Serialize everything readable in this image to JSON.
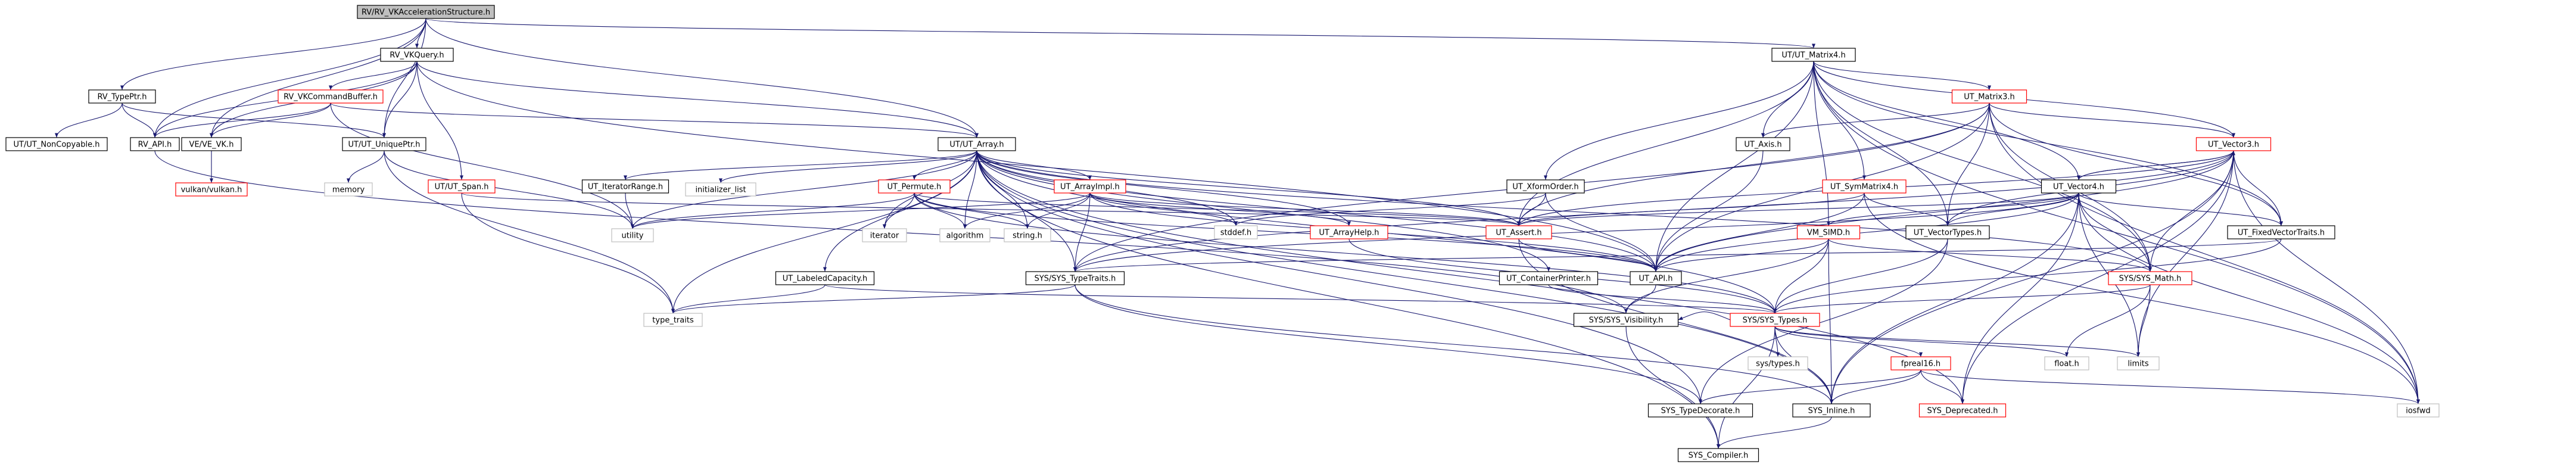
{
  "graph": {
    "type": "include-dependency-graph",
    "root": "RV/RV_VKAccelerationStructure.h",
    "nodes": [
      {
        "id": "root",
        "label": "RV/RV_VKAccelerationStructure.h",
        "style": "root"
      },
      {
        "id": "rv_typeptr",
        "label": "RV_TypePtr.h",
        "style": "normal"
      },
      {
        "id": "rv_vkquery",
        "label": "RV_VKQuery.h",
        "style": "normal"
      },
      {
        "id": "ut_array",
        "label": "UT/UT_Array.h",
        "style": "normal"
      },
      {
        "id": "ut_matrix4",
        "label": "UT/UT_Matrix4.h",
        "style": "normal"
      },
      {
        "id": "ut_noncopyable",
        "label": "UT/UT_NonCopyable.h",
        "style": "normal"
      },
      {
        "id": "rv_api",
        "label": "RV_API.h",
        "style": "normal"
      },
      {
        "id": "rv_vkcmdbuf",
        "label": "RV_VKCommandBuffer.h",
        "style": "red"
      },
      {
        "id": "ve_vk",
        "label": "VE/VE_VK.h",
        "style": "normal"
      },
      {
        "id": "ut_uniqueptr",
        "label": "UT/UT_UniquePtr.h",
        "style": "normal"
      },
      {
        "id": "vulkan",
        "label": "vulkan/vulkan.h",
        "style": "red"
      },
      {
        "id": "memory",
        "label": "memory",
        "style": "gray"
      },
      {
        "id": "ut_span",
        "label": "UT/UT_Span.h",
        "style": "red"
      },
      {
        "id": "ut_iterrange",
        "label": "UT_IteratorRange.h",
        "style": "normal"
      },
      {
        "id": "init_list",
        "label": "initializer_list",
        "style": "gray"
      },
      {
        "id": "ut_permute",
        "label": "UT_Permute.h",
        "style": "red"
      },
      {
        "id": "ut_arrayimpl",
        "label": "UT_ArrayImpl.h",
        "style": "red"
      },
      {
        "id": "ut_arrayhelp",
        "label": "UT_ArrayHelp.h",
        "style": "red"
      },
      {
        "id": "ut_assert",
        "label": "UT_Assert.h",
        "style": "red"
      },
      {
        "id": "ut_labeled",
        "label": "UT_LabeledCapacity.h",
        "style": "normal"
      },
      {
        "id": "utility",
        "label": "utility",
        "style": "gray"
      },
      {
        "id": "iterator",
        "label": "iterator",
        "style": "gray"
      },
      {
        "id": "algorithm",
        "label": "algorithm",
        "style": "gray"
      },
      {
        "id": "string_h",
        "label": "string.h",
        "style": "gray"
      },
      {
        "id": "stddef",
        "label": "stddef.h",
        "style": "gray"
      },
      {
        "id": "type_traits",
        "label": "type_traits",
        "style": "gray"
      },
      {
        "id": "sys_typetraits",
        "label": "SYS/SYS_TypeTraits.h",
        "style": "normal"
      },
      {
        "id": "ut_api",
        "label": "UT_API.h",
        "style": "normal"
      },
      {
        "id": "ut_containerprinter",
        "label": "UT_ContainerPrinter.h",
        "style": "normal"
      },
      {
        "id": "ut_xformorder",
        "label": "UT_XformOrder.h",
        "style": "normal"
      },
      {
        "id": "ut_matrix3",
        "label": "UT_Matrix3.h",
        "style": "red"
      },
      {
        "id": "ut_axis",
        "label": "UT_Axis.h",
        "style": "normal"
      },
      {
        "id": "ut_symmatrix4",
        "label": "UT_SymMatrix4.h",
        "style": "red"
      },
      {
        "id": "vm_simd",
        "label": "VM_SIMD.h",
        "style": "red"
      },
      {
        "id": "ut_vectortypes",
        "label": "UT_VectorTypes.h",
        "style": "normal"
      },
      {
        "id": "ut_vector3",
        "label": "UT_Vector3.h",
        "style": "red"
      },
      {
        "id": "ut_vector4",
        "label": "UT_Vector4.h",
        "style": "normal"
      },
      {
        "id": "ut_fixedvec",
        "label": "UT_FixedVectorTraits.h",
        "style": "normal"
      },
      {
        "id": "sys_math",
        "label": "SYS/SYS_Math.h",
        "style": "red"
      },
      {
        "id": "sys_visibility",
        "label": "SYS/SYS_Visibility.h",
        "style": "normal"
      },
      {
        "id": "sys_types",
        "label": "SYS/SYS_Types.h",
        "style": "red"
      },
      {
        "id": "sys_types_h",
        "label": "sys/types.h",
        "style": "gray"
      },
      {
        "id": "fpreal16",
        "label": "fpreal16.h",
        "style": "red"
      },
      {
        "id": "float_h",
        "label": "float.h",
        "style": "gray"
      },
      {
        "id": "limits",
        "label": "limits",
        "style": "gray"
      },
      {
        "id": "sys_typedecorate",
        "label": "SYS_TypeDecorate.h",
        "style": "normal"
      },
      {
        "id": "sys_inline",
        "label": "SYS_Inline.h",
        "style": "normal"
      },
      {
        "id": "sys_deprecated",
        "label": "SYS_Deprecated.h",
        "style": "red"
      },
      {
        "id": "iosfwd",
        "label": "iosfwd",
        "style": "gray"
      },
      {
        "id": "sys_compiler",
        "label": "SYS_Compiler.h",
        "style": "normal"
      }
    ],
    "edges": [
      [
        "root",
        "rv_typeptr"
      ],
      [
        "root",
        "rv_vkquery"
      ],
      [
        "root",
        "ut_array"
      ],
      [
        "root",
        "ut_matrix4"
      ],
      [
        "root",
        "rv_api"
      ],
      [
        "root",
        "ve_vk"
      ],
      [
        "root",
        "ut_uniqueptr"
      ],
      [
        "rv_typeptr",
        "ut_noncopyable"
      ],
      [
        "rv_typeptr",
        "rv_api"
      ],
      [
        "rv_typeptr",
        "ut_uniqueptr"
      ],
      [
        "rv_vkquery",
        "rv_api"
      ],
      [
        "rv_vkquery",
        "rv_vkcmdbuf"
      ],
      [
        "rv_vkquery",
        "ve_vk"
      ],
      [
        "rv_vkquery",
        "ut_uniqueptr"
      ],
      [
        "rv_vkquery",
        "ut_span"
      ],
      [
        "rv_vkquery",
        "ut_array"
      ],
      [
        "rv_vkquery",
        "ut_api"
      ],
      [
        "rv_vkcmdbuf",
        "rv_api"
      ],
      [
        "rv_vkcmdbuf",
        "ve_vk"
      ],
      [
        "rv_vkcmdbuf",
        "ut_array"
      ],
      [
        "rv_vkcmdbuf",
        "utility"
      ],
      [
        "ve_vk",
        "vulkan"
      ],
      [
        "rv_api",
        "sys_visibility"
      ],
      [
        "ut_uniqueptr",
        "memory"
      ],
      [
        "ut_uniqueptr",
        "type_traits"
      ],
      [
        "ut_uniqueptr",
        "utility"
      ],
      [
        "ut_span",
        "type_traits"
      ],
      [
        "ut_span",
        "ut_assert"
      ],
      [
        "ut_array",
        "ut_iterrange"
      ],
      [
        "ut_array",
        "init_list"
      ],
      [
        "ut_array",
        "ut_permute"
      ],
      [
        "ut_array",
        "ut_arrayimpl"
      ],
      [
        "ut_array",
        "ut_arrayhelp"
      ],
      [
        "ut_array",
        "ut_assert"
      ],
      [
        "ut_array",
        "ut_labeled"
      ],
      [
        "ut_array",
        "ut_containerprinter"
      ],
      [
        "ut_array",
        "ut_api"
      ],
      [
        "ut_array",
        "utility"
      ],
      [
        "ut_array",
        "iterator"
      ],
      [
        "ut_array",
        "algorithm"
      ],
      [
        "ut_array",
        "string_h"
      ],
      [
        "ut_array",
        "type_traits"
      ],
      [
        "ut_array",
        "sys_typetraits"
      ],
      [
        "ut_array",
        "sys_types"
      ],
      [
        "ut_array",
        "sys_inline"
      ],
      [
        "ut_array",
        "sys_typedecorate"
      ],
      [
        "ut_array",
        "sys_compiler"
      ],
      [
        "ut_array",
        "sys_deprecated"
      ],
      [
        "ut_array",
        "stddef"
      ],
      [
        "ut_array",
        "sys_math"
      ],
      [
        "ut_iterrange",
        "utility"
      ],
      [
        "ut_permute",
        "iterator"
      ],
      [
        "ut_permute",
        "algorithm"
      ],
      [
        "ut_permute",
        "string_h"
      ],
      [
        "ut_permute",
        "utility"
      ],
      [
        "ut_permute",
        "ut_assert"
      ],
      [
        "ut_permute",
        "ut_api"
      ],
      [
        "ut_permute",
        "sys_types"
      ],
      [
        "ut_arrayimpl",
        "ut_arrayhelp"
      ],
      [
        "ut_arrayimpl",
        "ut_assert"
      ],
      [
        "ut_arrayimpl",
        "sys_typetraits"
      ],
      [
        "ut_arrayimpl",
        "algorithm"
      ],
      [
        "ut_arrayimpl",
        "string_h"
      ],
      [
        "ut_arrayimpl",
        "utility"
      ],
      [
        "ut_arrayimpl",
        "stddef"
      ],
      [
        "ut_arrayimpl",
        "ut_api"
      ],
      [
        "ut_arrayhelp",
        "sys_types"
      ],
      [
        "ut_assert",
        "ut_api"
      ],
      [
        "ut_assert",
        "sys_inline"
      ],
      [
        "ut_labeled",
        "type_traits"
      ],
      [
        "ut_labeled",
        "sys_types"
      ],
      [
        "sys_typetraits",
        "type_traits"
      ],
      [
        "sys_typetraits",
        "sys_inline"
      ],
      [
        "sys_typetraits",
        "sys_typedecorate"
      ],
      [
        "ut_api",
        "sys_visibility"
      ],
      [
        "ut_containerprinter",
        "sys_types"
      ],
      [
        "ut_matrix4",
        "ut_xformorder"
      ],
      [
        "ut_matrix4",
        "ut_matrix3"
      ],
      [
        "ut_matrix4",
        "ut_axis"
      ],
      [
        "ut_matrix4",
        "ut_symmatrix4"
      ],
      [
        "ut_matrix4",
        "vm_simd"
      ],
      [
        "ut_matrix4",
        "ut_vectortypes"
      ],
      [
        "ut_matrix4",
        "ut_vector3"
      ],
      [
        "ut_matrix4",
        "ut_vector4"
      ],
      [
        "ut_matrix4",
        "ut_fixedvec"
      ],
      [
        "ut_matrix4",
        "sys_math"
      ],
      [
        "ut_matrix4",
        "ut_api"
      ],
      [
        "ut_matrix4",
        "ut_assert"
      ],
      [
        "ut_matrix4",
        "iosfwd"
      ],
      [
        "ut_xformorder",
        "ut_api"
      ],
      [
        "ut_xformorder",
        "ut_assert"
      ],
      [
        "ut_xformorder",
        "stddef"
      ],
      [
        "ut_matrix3",
        "ut_axis"
      ],
      [
        "ut_matrix3",
        "ut_vector3"
      ],
      [
        "ut_matrix3",
        "ut_vectortypes"
      ],
      [
        "ut_matrix3",
        "ut_fixedvec"
      ],
      [
        "ut_matrix3",
        "ut_api"
      ],
      [
        "ut_matrix3",
        "ut_assert"
      ],
      [
        "ut_matrix3",
        "sys_math"
      ],
      [
        "ut_matrix3",
        "iosfwd"
      ],
      [
        "ut_matrix3",
        "sys_typetraits"
      ],
      [
        "ut_axis",
        "ut_api"
      ],
      [
        "ut_symmatrix4",
        "ut_vectortypes"
      ],
      [
        "ut_symmatrix4",
        "ut_assert"
      ],
      [
        "ut_symmatrix4",
        "ut_api"
      ],
      [
        "ut_symmatrix4",
        "iosfwd"
      ],
      [
        "vm_simd",
        "ut_api"
      ],
      [
        "vm_simd",
        "sys_types"
      ],
      [
        "vm_simd",
        "sys_inline"
      ],
      [
        "vm_simd",
        "sys_math"
      ],
      [
        "vm_simd",
        "sys_visibility"
      ],
      [
        "ut_vectortypes",
        "sys_types"
      ],
      [
        "ut_vectortypes",
        "sys_typedecorate"
      ],
      [
        "ut_vector3",
        "ut_vector4"
      ],
      [
        "ut_vector3",
        "ut_vectortypes"
      ],
      [
        "ut_vector3",
        "ut_fixedvec"
      ],
      [
        "ut_vector3",
        "sys_math"
      ],
      [
        "ut_vector3",
        "ut_assert"
      ],
      [
        "ut_vector3",
        "ut_api"
      ],
      [
        "ut_vector3",
        "sys_inline"
      ],
      [
        "ut_vector3",
        "sys_deprecated"
      ],
      [
        "ut_vector3",
        "iosfwd"
      ],
      [
        "ut_vector3",
        "limits"
      ],
      [
        "ut_vector3",
        "sys_typetraits"
      ],
      [
        "ut_vector4",
        "ut_vector3"
      ],
      [
        "ut_vector4",
        "ut_vectortypes"
      ],
      [
        "ut_vector4",
        "ut_fixedvec"
      ],
      [
        "ut_vector4",
        "sys_math"
      ],
      [
        "ut_vector4",
        "ut_assert"
      ],
      [
        "ut_vector4",
        "ut_api"
      ],
      [
        "ut_vector4",
        "vm_simd"
      ],
      [
        "ut_vector4",
        "sys_inline"
      ],
      [
        "ut_vector4",
        "sys_deprecated"
      ],
      [
        "ut_vector4",
        "limits"
      ],
      [
        "ut_vector4",
        "iosfwd"
      ],
      [
        "ut_vector4",
        "sys_typetraits"
      ],
      [
        "ut_fixedvec",
        "sys_typetraits"
      ],
      [
        "ut_fixedvec",
        "sys_types"
      ],
      [
        "sys_math",
        "sys_types"
      ],
      [
        "sys_math",
        "float_h"
      ],
      [
        "sys_math",
        "limits"
      ],
      [
        "sys_visibility",
        "sys_compiler"
      ],
      [
        "sys_types",
        "sys_types_h"
      ],
      [
        "sys_types",
        "fpreal16"
      ],
      [
        "sys_types",
        "float_h"
      ],
      [
        "sys_types",
        "limits"
      ],
      [
        "sys_types",
        "sys_inline"
      ],
      [
        "sys_types",
        "sys_compiler"
      ],
      [
        "sys_types",
        "sys_visibility"
      ],
      [
        "fpreal16",
        "sys_inline"
      ],
      [
        "fpreal16",
        "sys_typedecorate"
      ],
      [
        "fpreal16",
        "sys_deprecated"
      ],
      [
        "fpreal16",
        "iosfwd"
      ],
      [
        "sys_inline",
        "sys_compiler"
      ]
    ]
  }
}
